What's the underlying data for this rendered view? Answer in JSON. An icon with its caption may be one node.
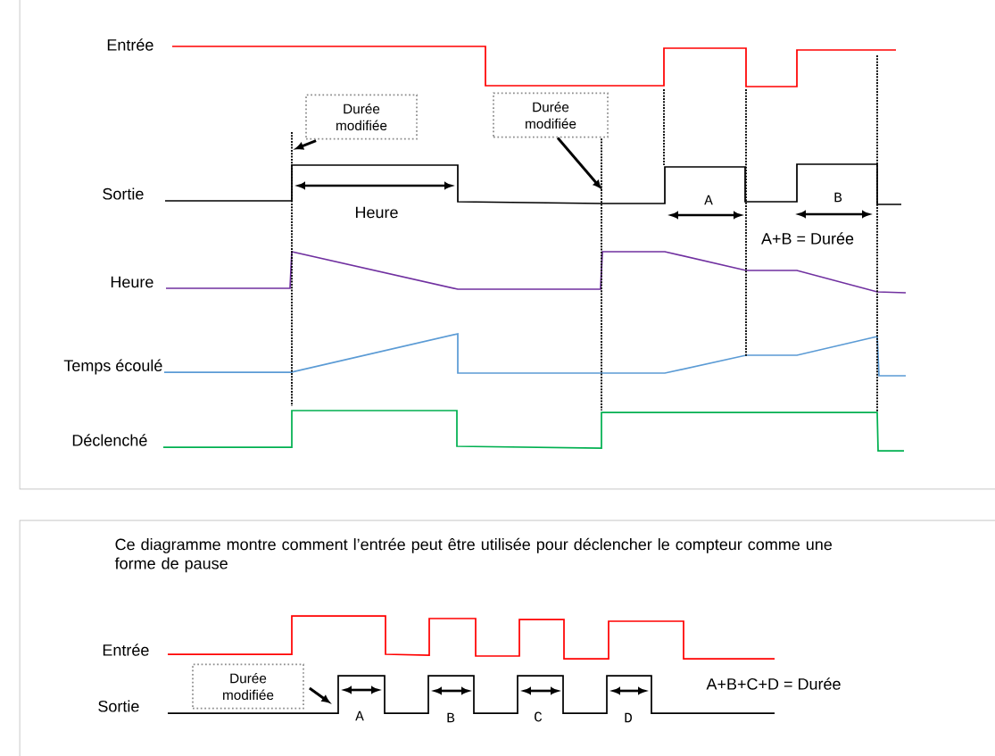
{
  "diagram": {
    "nodes": [
      {
        "text": [
          "Durée modifiée"
        ]
      },
      {
        "text": [
          "Durée modifiée"
        ]
      },
      {
        "text": [
          "Durée modifiée"
        ]
      },
      {
        "text": [],
        "shape": "line"
      },
      {
        "text": [],
        "shape": "line"
      }
    ],
    "edges": [
      {
        "from": 0,
        "to": 3,
        "arrow": "to"
      },
      {
        "from": 1,
        "to": 4,
        "arrow": "to"
      },
      {
        "from": 2,
        "to": null,
        "arrow": "to"
      }
    ],
    "labels": [
      "Entrée",
      "Sortie",
      "Heure",
      "A",
      "B",
      "A+B = Durée",
      "Heure",
      "Temps écoulé",
      "Déclenché",
      "Ce diagramme montre comment l’entrée peut être utilisée pour déclencher le compteur comme une forme de pause",
      "Entrée",
      "Sortie",
      "A+B+C+D = Durée",
      "A",
      "B",
      "C",
      "D"
    ]
  }
}
